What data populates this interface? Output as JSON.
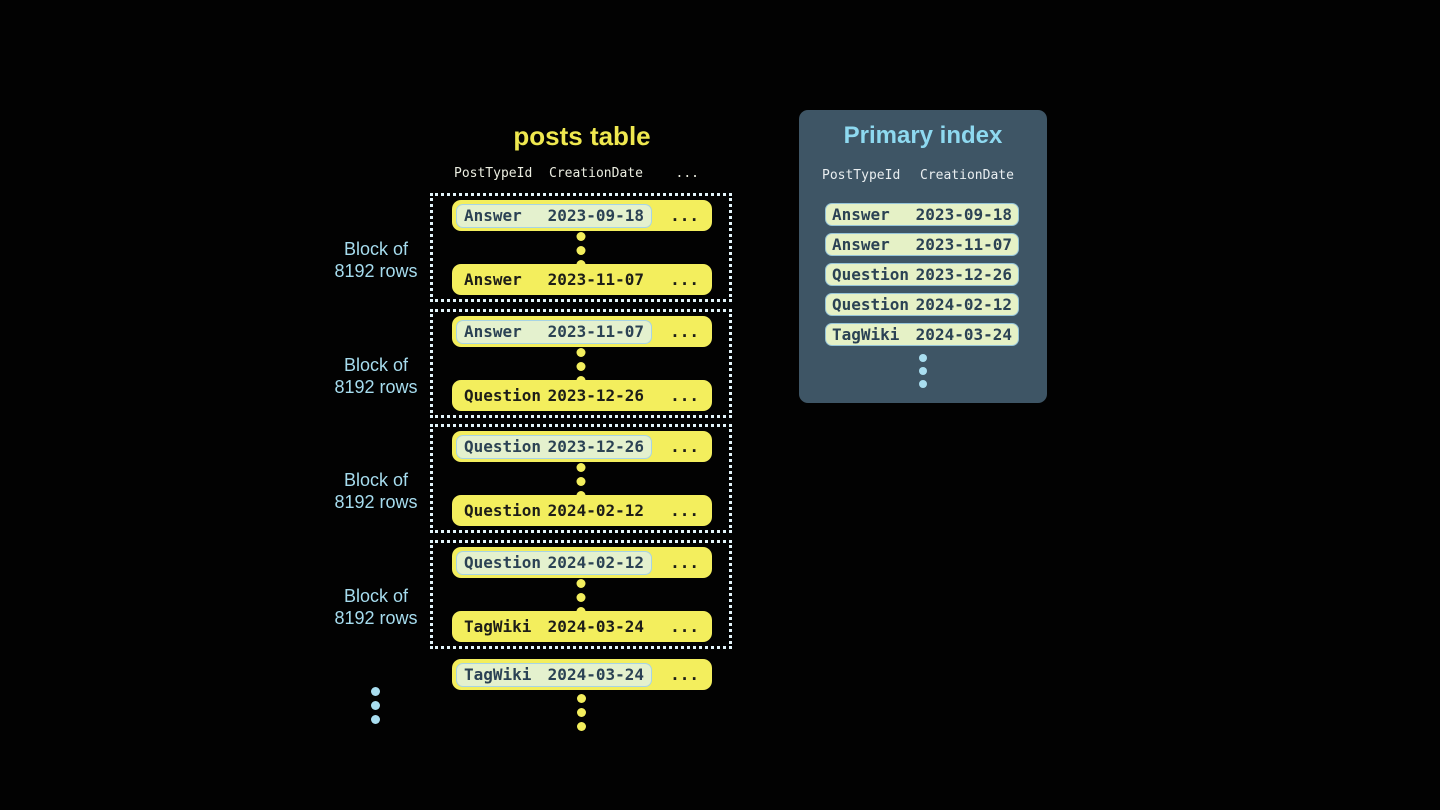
{
  "colors": {
    "background": "#020202",
    "row_yellow": "#F3EE5D",
    "title_yellow": "#EFE84F",
    "light_blue_text": "#A6DCEE",
    "index_title_blue": "#8ED9F0",
    "highlight_green": "#E4F1CE",
    "highlight_border_blue": "#A7D4E5",
    "panel_background": "#3E5565",
    "dotted_border": "#E3F4FA",
    "dark_row_text": "#1D1D18",
    "dark_slate_text": "#2B4254"
  },
  "posts_table": {
    "title": "posts table",
    "header": {
      "col1": "PostTypeId",
      "col2": "CreationDate",
      "ellipsis": "..."
    },
    "row_ellipsis": "...",
    "block_label": {
      "line1": "Block of",
      "line2": "8192 rows"
    },
    "blocks": [
      {
        "first": {
          "type": "Answer",
          "date": "2023-09-18"
        },
        "last": {
          "type": "Answer",
          "date": "2023-11-07"
        }
      },
      {
        "first": {
          "type": "Answer",
          "date": "2023-11-07"
        },
        "last": {
          "type": "Question",
          "date": "2023-12-26"
        }
      },
      {
        "first": {
          "type": "Question",
          "date": "2023-12-26"
        },
        "last": {
          "type": "Question",
          "date": "2024-02-12"
        }
      },
      {
        "first": {
          "type": "Question",
          "date": "2024-02-12"
        },
        "last": {
          "type": "TagWiki",
          "date": "2024-03-24"
        }
      }
    ],
    "overflow_row": {
      "type": "TagWiki",
      "date": "2024-03-24"
    }
  },
  "primary_index": {
    "title": "Primary index",
    "header": {
      "col1": "PostTypeId",
      "col2": "CreationDate"
    },
    "rows": [
      {
        "type": "Answer",
        "date": "2023-09-18"
      },
      {
        "type": "Answer",
        "date": "2023-11-07"
      },
      {
        "type": "Question",
        "date": "2023-12-26"
      },
      {
        "type": "Question",
        "date": "2024-02-12"
      },
      {
        "type": "TagWiki",
        "date": "2024-03-24"
      }
    ]
  }
}
